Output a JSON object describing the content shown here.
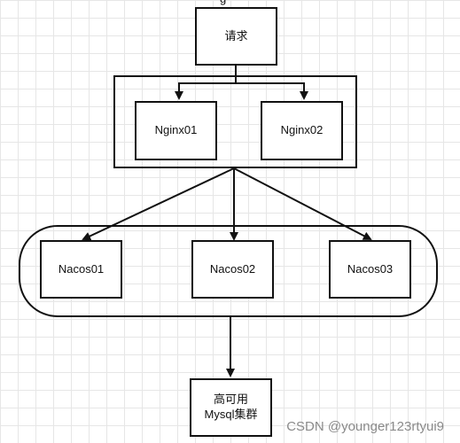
{
  "nodes": {
    "request": "请求",
    "nginx01": "Nginx01",
    "nginx02": "Nginx02",
    "nacos01": "Nacos01",
    "nacos02": "Nacos02",
    "nacos03": "Nacos03",
    "mysql_line1": "高可用",
    "mysql_line2": "Mysql集群"
  },
  "top_cut_text": "g",
  "watermark": "CSDN @younger123rtyui9",
  "colors": {
    "stroke": "#111111",
    "grid": "#e6e6e6",
    "watermark": "#8a8a8a"
  }
}
